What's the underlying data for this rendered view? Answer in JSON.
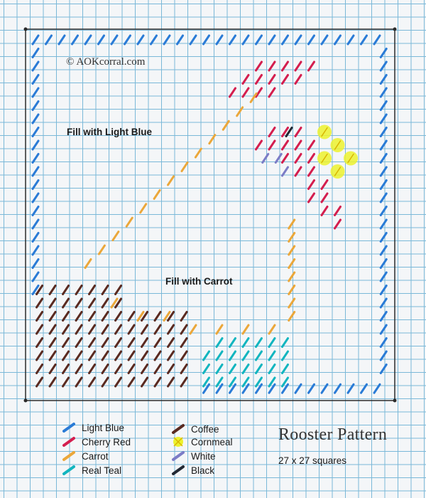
{
  "copyright": "© AOKcorral.com",
  "labels": {
    "fill_light_blue": "Fill with Light Blue",
    "fill_carrot": "Fill with Carrot"
  },
  "pattern": {
    "title": "Rooster Pattern",
    "dimensions": "27 x 27 squares"
  },
  "colors": {
    "light_blue": "#2a7bd6",
    "cherry_red": "#d41e4e",
    "carrot": "#eba73a",
    "real_teal": "#12b5bf",
    "coffee": "#5a2a20",
    "cornmeal": "#ecf22e",
    "white": "#7c7cc6",
    "black": "#222833"
  },
  "legend": [
    {
      "label": "Light Blue",
      "color": "#2a7bd6",
      "icon": "stitch-icon"
    },
    {
      "label": "Cherry Red",
      "color": "#d41e4e",
      "icon": "stitch-icon"
    },
    {
      "label": "Carrot",
      "color": "#eba73a",
      "icon": "stitch-icon"
    },
    {
      "label": "Real Teal",
      "color": "#12b5bf",
      "icon": "stitch-icon"
    },
    {
      "label": "Coffee",
      "color": "#5a2a20",
      "icon": "stitch-icon"
    },
    {
      "label": "Cornmeal",
      "color": "#ecf22e",
      "icon": "cross-stitch-icon"
    },
    {
      "label": "White",
      "color": "#7c7cc6",
      "icon": "stitch-icon"
    },
    {
      "label": "Black",
      "color": "#222833",
      "icon": "stitch-icon"
    }
  ]
}
